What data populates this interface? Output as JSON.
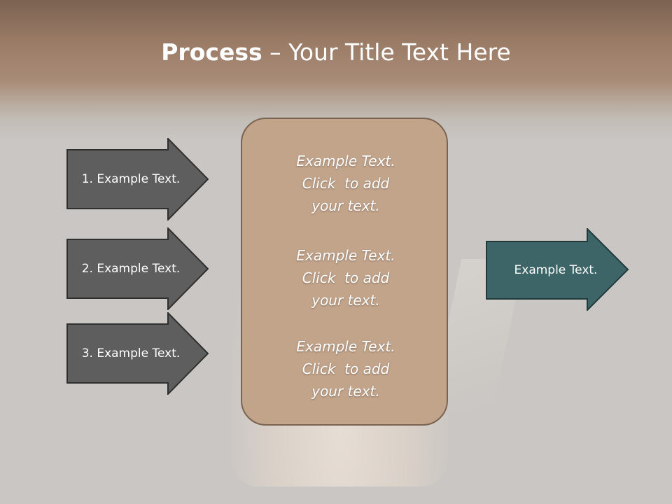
{
  "slide": {
    "title_bold": "Process",
    "title_rest": " – Your Title Text Here"
  },
  "left_arrows": [
    {
      "label": "1. Example Text."
    },
    {
      "label": "2. Example Text."
    },
    {
      "label": "3. Example Text."
    }
  ],
  "center_box": {
    "blocks": [
      {
        "line1": "Example Text.",
        "line2": "Click  to add",
        "line3": "your text."
      },
      {
        "line1": "Example Text.",
        "line2": "Click  to add",
        "line3": "your text."
      },
      {
        "line1": "Example Text.",
        "line2": "Click  to add",
        "line3": "your text."
      }
    ]
  },
  "right_arrow": {
    "label": "Example Text."
  },
  "colors": {
    "left_arrow_fill": "#5e5e5e",
    "right_arrow_fill": "#3d6466",
    "box_fill": "#c2a48b",
    "header_brown": "#9a7b66"
  }
}
